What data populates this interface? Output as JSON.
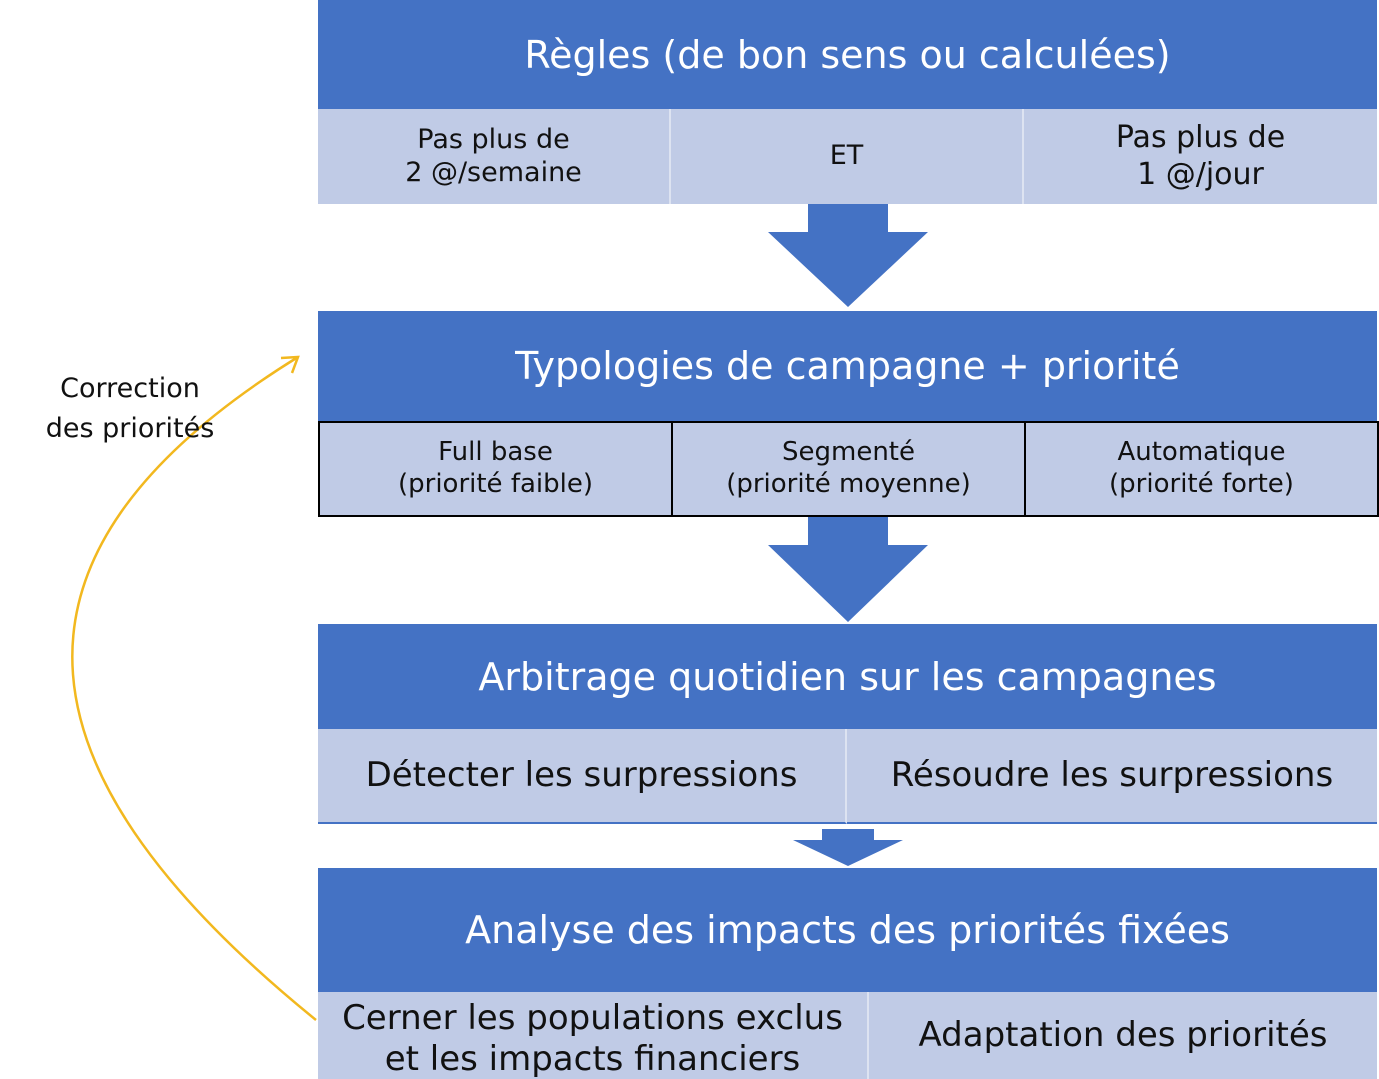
{
  "colors": {
    "header": "#4472c4",
    "cell": "#c0cbe6",
    "arrow": "#4472c4",
    "feedback_arrow": "#f2b81f"
  },
  "sections": [
    {
      "title": "Règles (de bon sens ou calculées)",
      "cells": [
        "Pas plus de\n2 @/semaine",
        "ET",
        "Pas plus de\n1 @/jour"
      ]
    },
    {
      "title": "Typologies de campagne + priorité",
      "cells": [
        "Full base\n(priorité faible)",
        "Segmenté\n(priorité moyenne)",
        "Automatique\n(priorité forte)"
      ]
    },
    {
      "title": "Arbitrage quotidien sur les campagnes",
      "cells": [
        "Détecter les surpressions",
        "Résoudre les surpressions"
      ]
    },
    {
      "title": "Analyse des impacts des priorités fixées",
      "cells": [
        "Cerner les populations exclus\net les impacts financiers",
        "Adaptation des priorités"
      ]
    }
  ],
  "feedback": {
    "label": "Correction\ndes priorités"
  }
}
